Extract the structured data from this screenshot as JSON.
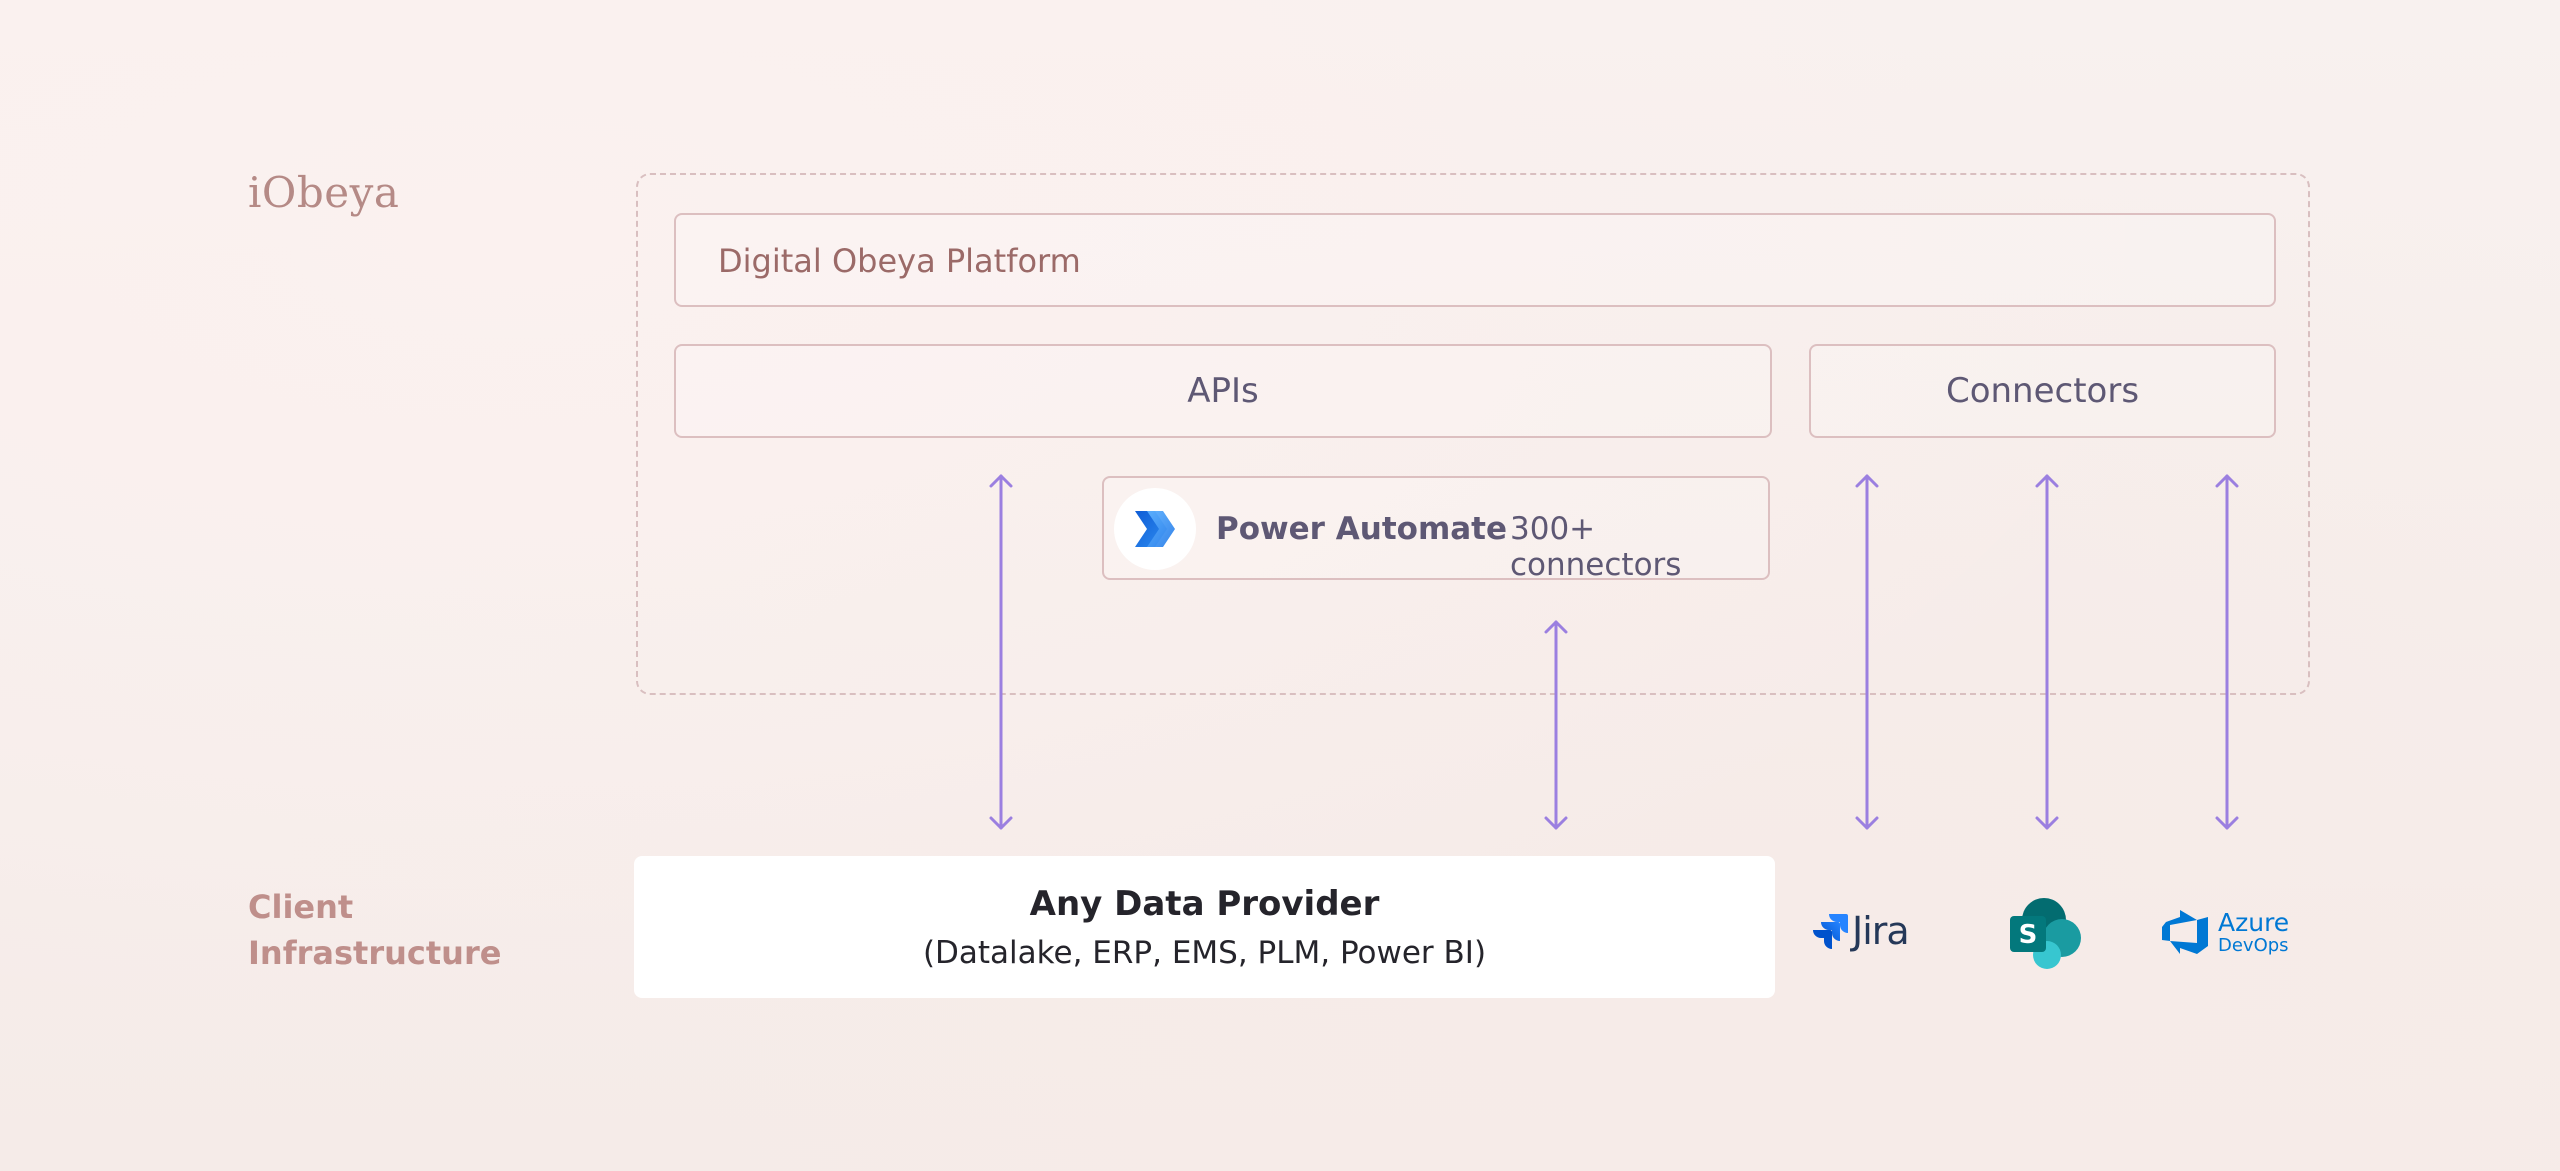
{
  "brand": "iObeya",
  "client": {
    "line1": "Client",
    "line2": "Infrastructure"
  },
  "platform": {
    "title": "Digital Obeya Platform",
    "apis_label": "APIs",
    "connectors_label": "Connectors"
  },
  "power_automate": {
    "name": "Power Automate",
    "count": "300+ connectors",
    "icon": "power-automate-icon"
  },
  "provider": {
    "title": "Any Data Provider",
    "subtitle": "(Datalake, ERP, EMS, PLM, Power BI)"
  },
  "integrations": {
    "jira": "Jira",
    "sharepoint_icon": "sharepoint-icon",
    "azure_line1": "Azure",
    "azure_line2": "DevOps"
  },
  "colors": {
    "arrow": "#9b7fe0",
    "box_border": "#dcbfc0",
    "brand": "#b58a86",
    "text": "#5e5874"
  }
}
